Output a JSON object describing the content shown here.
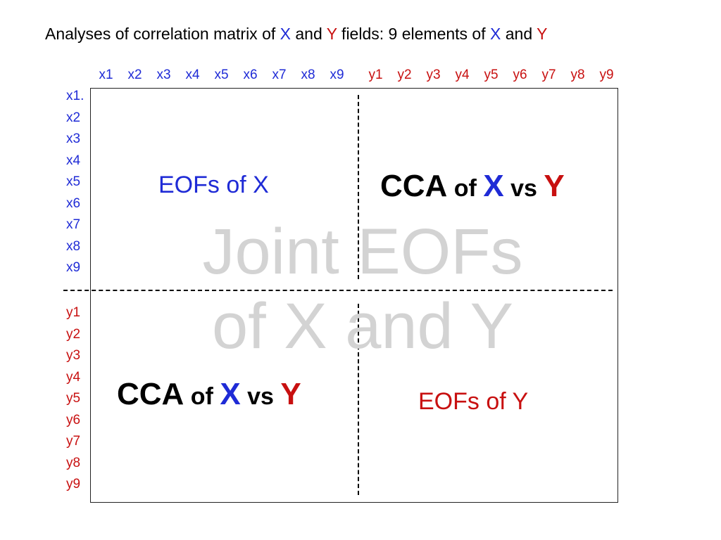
{
  "title": {
    "prefix": "Analyses of correlation matrix of ",
    "x": "X",
    "and1": " and ",
    "y": "Y",
    "middle": " fields: 9 elements of ",
    "x2": "X",
    "and2": " and ",
    "y2": "Y"
  },
  "columns": {
    "x": [
      "x1",
      "x2",
      "x3",
      "x4",
      "x5",
      "x6",
      "x7",
      "x8",
      "x9"
    ],
    "y": [
      "y1",
      "y2",
      "y3",
      "y4",
      "y5",
      "y6",
      "y7",
      "y8",
      "y9"
    ]
  },
  "rows": {
    "x": [
      "x1.",
      "x2",
      "x3",
      "x4",
      "x5",
      "x6",
      "x7",
      "x8",
      "x9"
    ],
    "y": [
      "y1",
      "y2",
      "y3",
      "y4",
      "y5",
      "y6",
      "y7",
      "y8",
      "y9"
    ]
  },
  "quadrants": {
    "top_left": "EOFs of X",
    "bottom_right": "EOFs of Y",
    "cca_top": {
      "cca": "CCA",
      "of": " of ",
      "x": "X",
      "vs": " vs ",
      "y": "Y"
    },
    "cca_bottom": {
      "cca": "CCA",
      "of": " of ",
      "x": "X",
      "vs": " vs ",
      "y": "Y"
    }
  },
  "watermark": {
    "line1": "Joint EOFs",
    "line2": "of X and Y"
  },
  "colors": {
    "x": "#1f2bd6",
    "y": "#c81010",
    "watermark": "#d3d3d3"
  }
}
